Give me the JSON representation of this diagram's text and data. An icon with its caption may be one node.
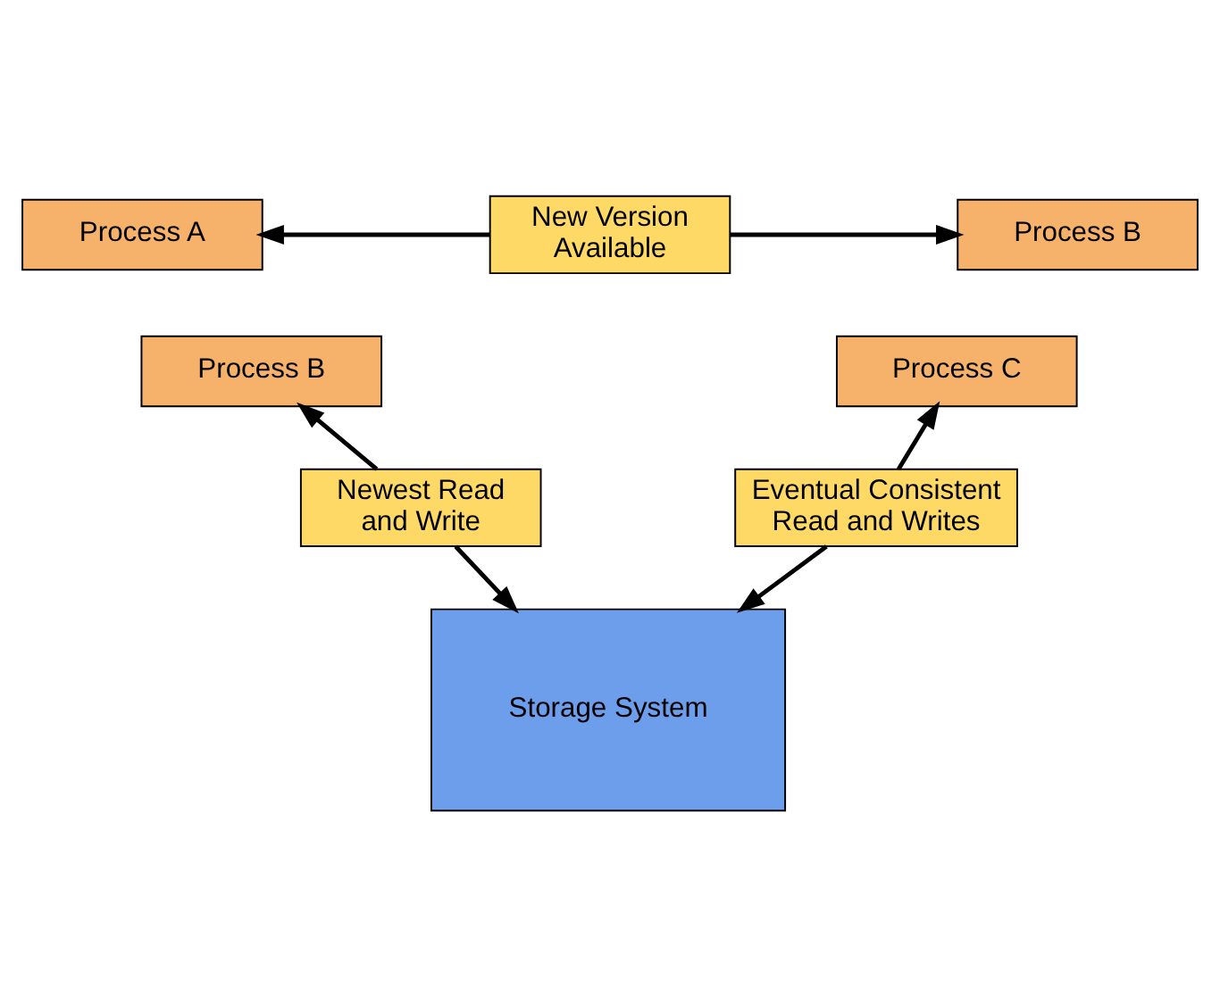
{
  "diagram": {
    "nodes": [
      {
        "text": [
          "Process A"
        ]
      },
      {
        "text": [
          "New Version Available"
        ]
      },
      {
        "text": [
          "Process B"
        ]
      },
      {
        "text": [
          "Process B"
        ]
      },
      {
        "text": [
          "Process C"
        ]
      },
      {
        "text": [
          "Newest Read and Write"
        ]
      },
      {
        "text": [
          "Eventual Consistent Read and Writes"
        ]
      },
      {
        "text": [
          "Storage System"
        ]
      }
    ],
    "edges": [
      {
        "from": 1,
        "to": 0,
        "arrow": "to"
      },
      {
        "from": 1,
        "to": 2,
        "arrow": "to"
      },
      {
        "from": 5,
        "to": 3,
        "arrow": "to"
      },
      {
        "from": 6,
        "to": 4,
        "arrow": "to"
      },
      {
        "from": 5,
        "to": 7,
        "arrow": "to"
      },
      {
        "from": 6,
        "to": 7,
        "arrow": "to"
      }
    ]
  }
}
